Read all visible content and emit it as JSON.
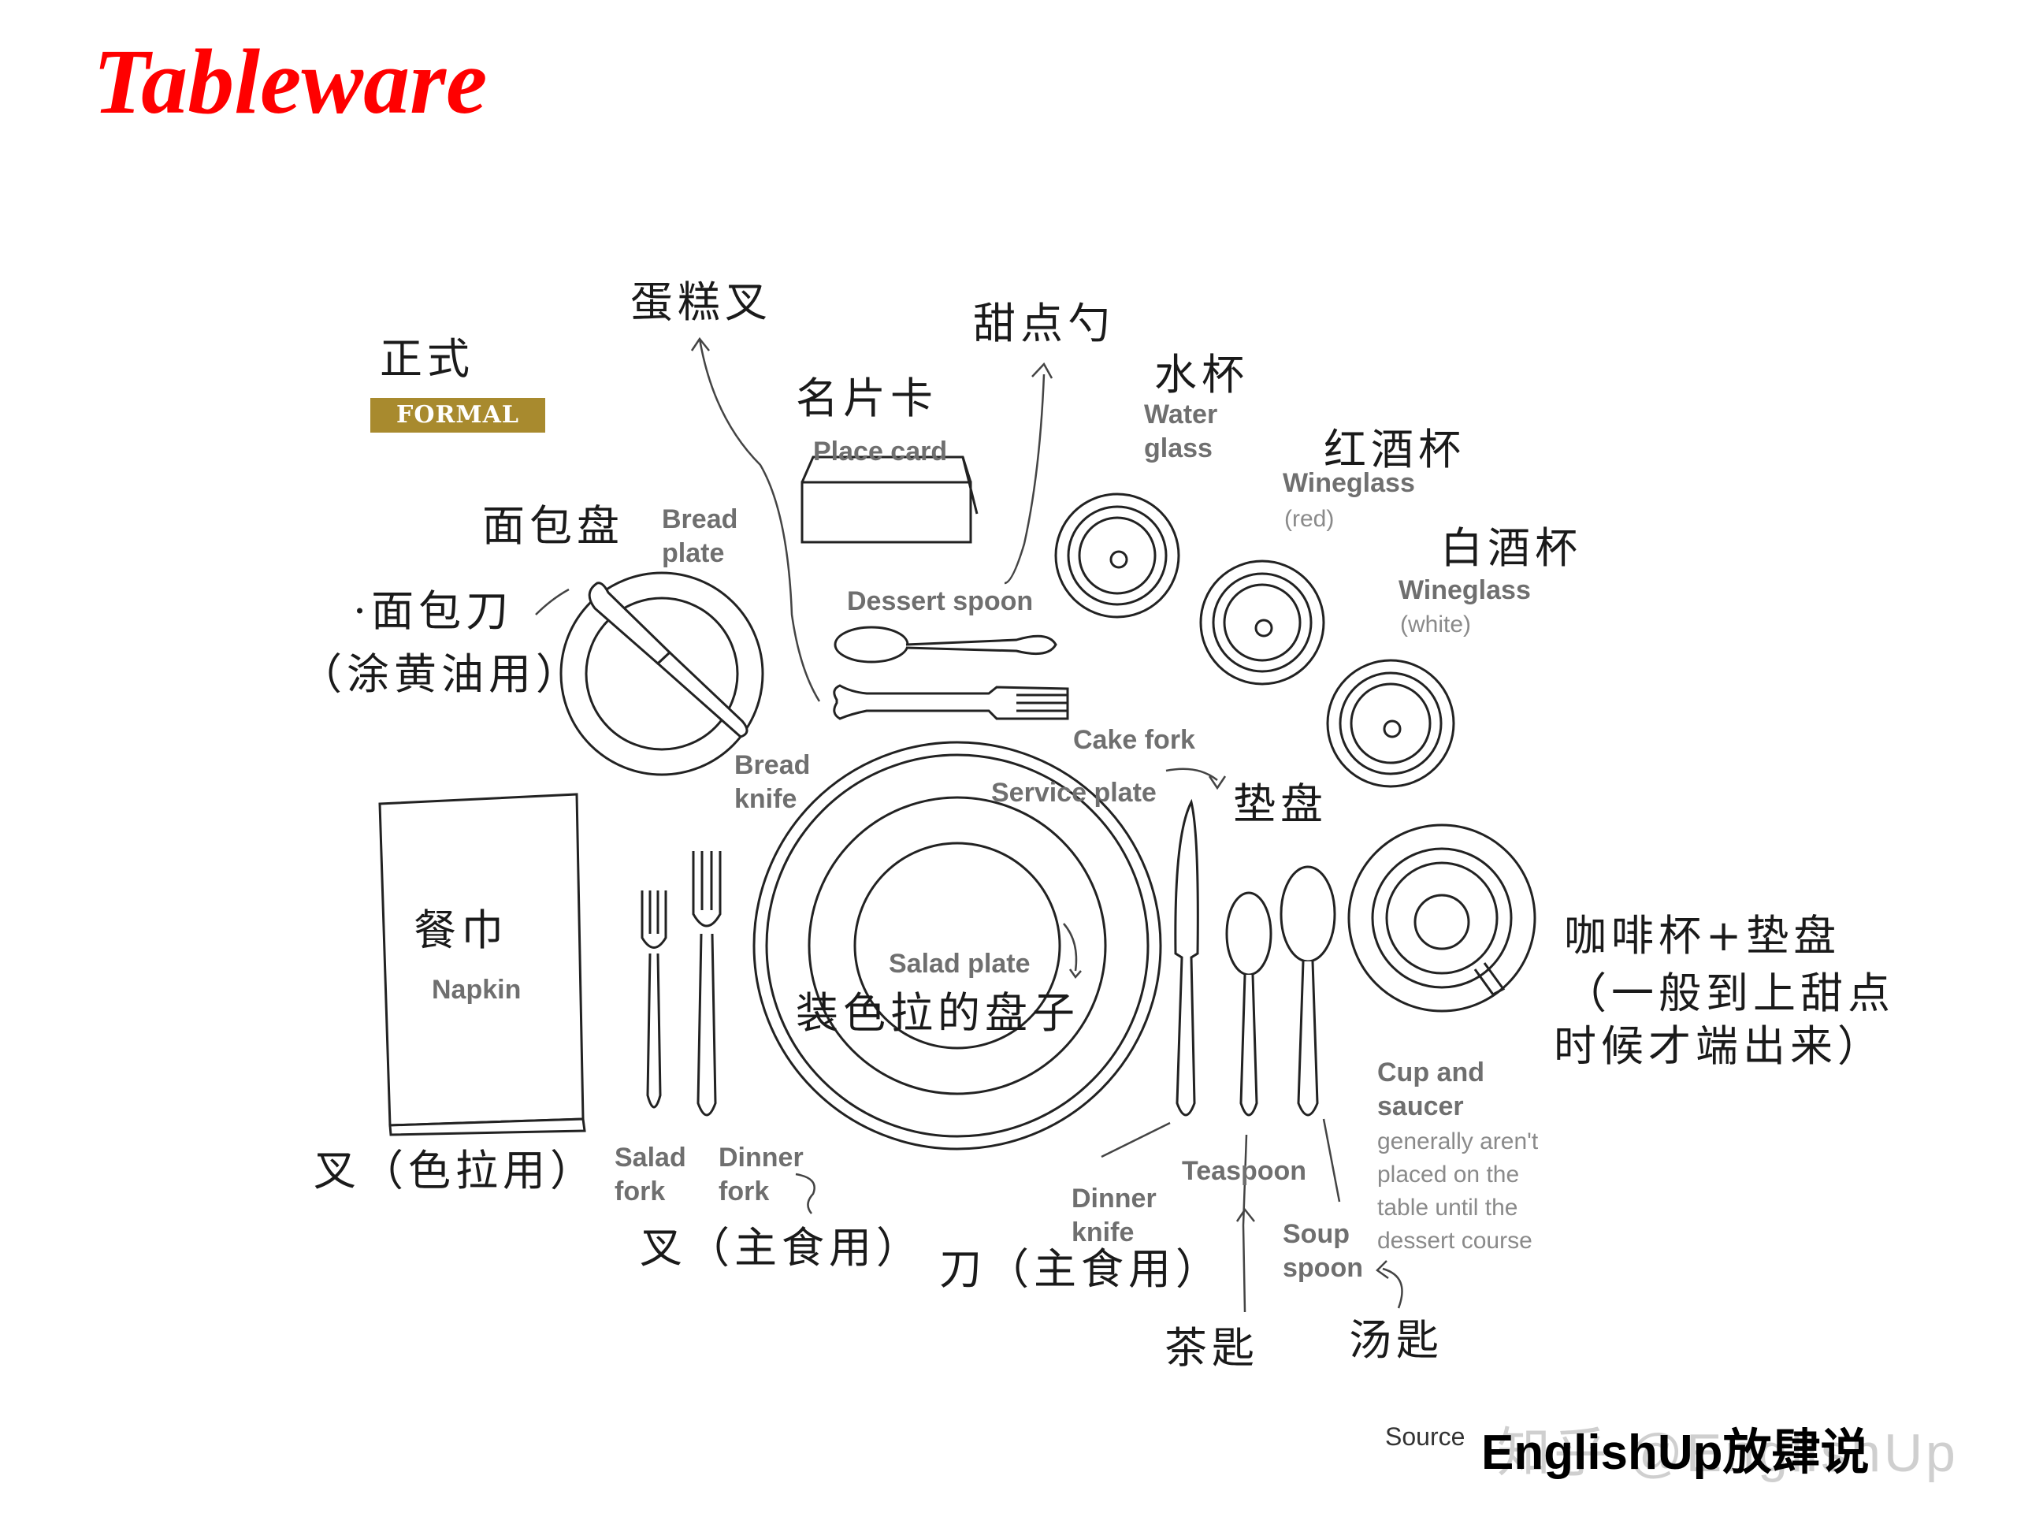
{
  "title": "Tableware",
  "formal": {
    "zh": "正式",
    "badge": "FORMAL"
  },
  "items": {
    "cake_fork_top": {
      "zh": "蛋糕叉"
    },
    "dessert_spoon_top": {
      "zh": "甜点勺"
    },
    "place_card": {
      "zh": "名片卡",
      "en": "Place card"
    },
    "water_glass": {
      "zh": "水杯",
      "en": "Water\nglass"
    },
    "wineglass_red": {
      "zh": "红酒杯",
      "en": "Wineglass",
      "note": "(red)"
    },
    "wineglass_white": {
      "zh": "白酒杯",
      "en": "Wineglass",
      "note": "(white)"
    },
    "bread_plate": {
      "zh": "面包盘",
      "en": "Bread\nplate"
    },
    "bread_knife": {
      "zh1": "·面包刀",
      "zh2": "（涂黄油用）",
      "en": "Bread\nknife"
    },
    "dessert_spoon": {
      "en": "Dessert spoon"
    },
    "cake_fork": {
      "en": "Cake fork"
    },
    "service_plate": {
      "en": "Service plate",
      "zh": "垫盘"
    },
    "napkin": {
      "zh": "餐巾",
      "en": "Napkin"
    },
    "salad_plate": {
      "en": "Salad plate",
      "zh": "装色拉的盘子"
    },
    "cup_saucer": {
      "zh1": "咖啡杯+垫盘",
      "zh2": "（一般到上甜点",
      "zh3": "时候才端出来）",
      "en": "Cup and\nsaucer",
      "note": "generally aren't\nplaced on the\ntable until the\ndessert course"
    },
    "salad_fork": {
      "en": "Salad\nfork",
      "zh": "叉（色拉用）"
    },
    "dinner_fork": {
      "en": "Dinner\nfork",
      "zh": "叉（主食用）"
    },
    "dinner_knife": {
      "en": "Dinner\nknife",
      "zh": "刀（主食用）"
    },
    "teaspoon": {
      "en": "Teaspoon",
      "zh": "茶匙"
    },
    "soup_spoon": {
      "en": "Soup\nspoon",
      "zh": "汤匙"
    }
  },
  "footer": {
    "source": "Source",
    "brand": "EnglishUp放肆说",
    "watermark": "知乎 @EnglishUp"
  },
  "colors": {
    "title": "#ff0000",
    "badge": "#a88a2e",
    "label_en": "#6f6f6f"
  }
}
